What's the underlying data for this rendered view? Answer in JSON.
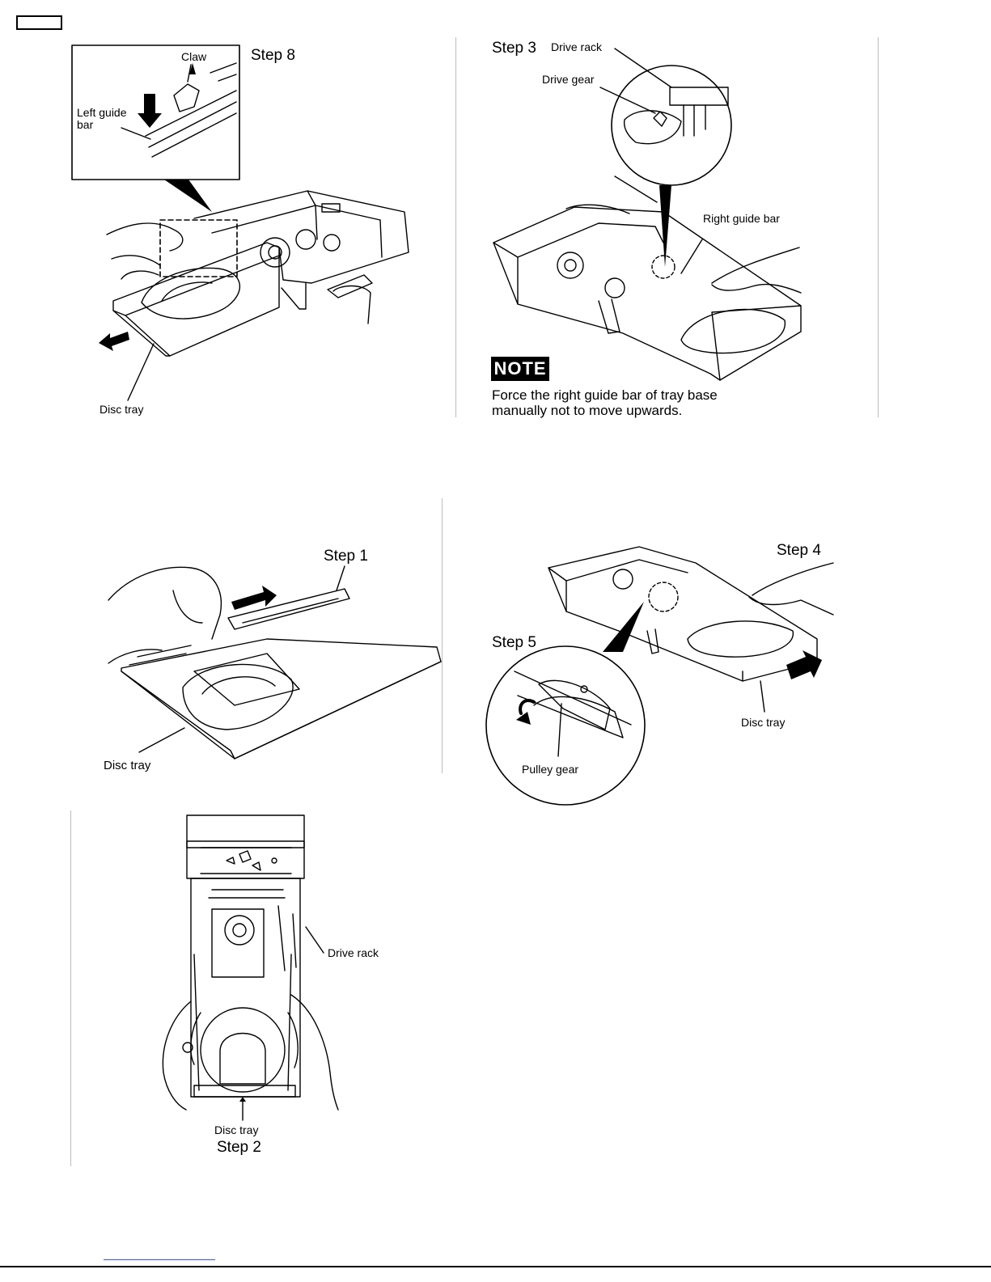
{
  "figure_top_left": {
    "step": "Step 8",
    "claw": "Claw",
    "left_guide_bar_line1": "Left guide",
    "left_guide_bar_line2": "bar",
    "disc_tray": "Disc tray"
  },
  "figure_top_right": {
    "step": "Step 3",
    "drive_rack": "Drive rack",
    "drive_gear": "Drive gear",
    "right_guide_bar": "Right guide bar",
    "note_badge": "NOTE",
    "note_line1": "Force the right guide bar of tray base",
    "note_line2": "manually not to move upwards."
  },
  "figure_mid_left": {
    "step": "Step 1",
    "disc_tray": "Disc tray"
  },
  "figure_mid_right": {
    "step4": "Step 4",
    "step5": "Step 5",
    "pulley_gear": "Pulley gear",
    "disc_tray": "Disc tray"
  },
  "figure_bottom": {
    "drive_rack": "Drive rack",
    "disc_tray": "Disc tray",
    "step": "Step 2"
  }
}
